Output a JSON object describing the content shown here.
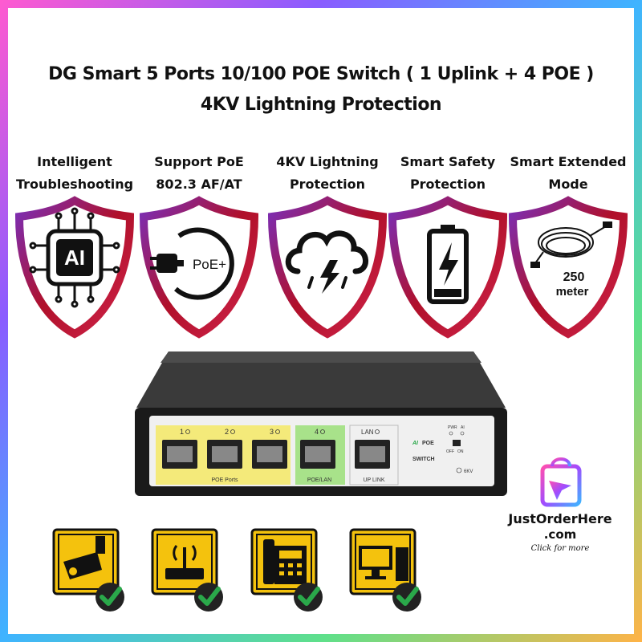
{
  "title": {
    "line1": "DG Smart 5 Ports 10/100 POE Switch ( 1 Uplink + 4 POE )",
    "line2": "4KV Lightning Protection"
  },
  "features": [
    {
      "label_line1": "Intelligent",
      "label_line2": "Troubleshooting",
      "icon": "ai-chip-icon",
      "icon_text": "AI"
    },
    {
      "label_line1": "Support PoE",
      "label_line2": "802.3 AF/AT",
      "icon": "poe-plug-icon",
      "icon_text": "PoE+"
    },
    {
      "label_line1": "4KV Lightning",
      "label_line2": "Protection",
      "icon": "storm-cloud-icon"
    },
    {
      "label_line1": "Smart Safety",
      "label_line2": "Protection",
      "icon": "battery-bolt-icon"
    },
    {
      "label_line1": "Smart Extended",
      "label_line2": "Mode",
      "icon": "cable-icon",
      "icon_text_1": "250",
      "icon_text_2": "meter"
    }
  ],
  "switch": {
    "port_numbers": [
      "1",
      "2",
      "3",
      "4"
    ],
    "lan_label": "LAN",
    "poe_ports_label": "POE Ports",
    "poe_lan_label": "POE/LAN",
    "uplink_label": "UP LINK",
    "brand_ai": "AI",
    "brand_poe": "POE",
    "brand_switch": "SWITCH",
    "pwr_label": "PWR",
    "ai_label": "AI",
    "off_label": "OFF",
    "on_label": "ON",
    "kv_label": "6KV"
  },
  "use_cases": [
    {
      "icon": "cctv-camera-icon"
    },
    {
      "icon": "wifi-router-icon"
    },
    {
      "icon": "ip-phone-icon"
    },
    {
      "icon": "desktop-computer-icon"
    }
  ],
  "logo": {
    "name": "JustOrderHere",
    "domain": ".com",
    "tagline": "Click for more"
  },
  "colors": {
    "shield_red": "#b0102a",
    "shield_purple": "#7a2fb8",
    "sign_yellow": "#f4c20d",
    "check_green": "#2aa84a",
    "poe_yellow": "#f4ea7a",
    "poe_green": "#a8e28a"
  }
}
